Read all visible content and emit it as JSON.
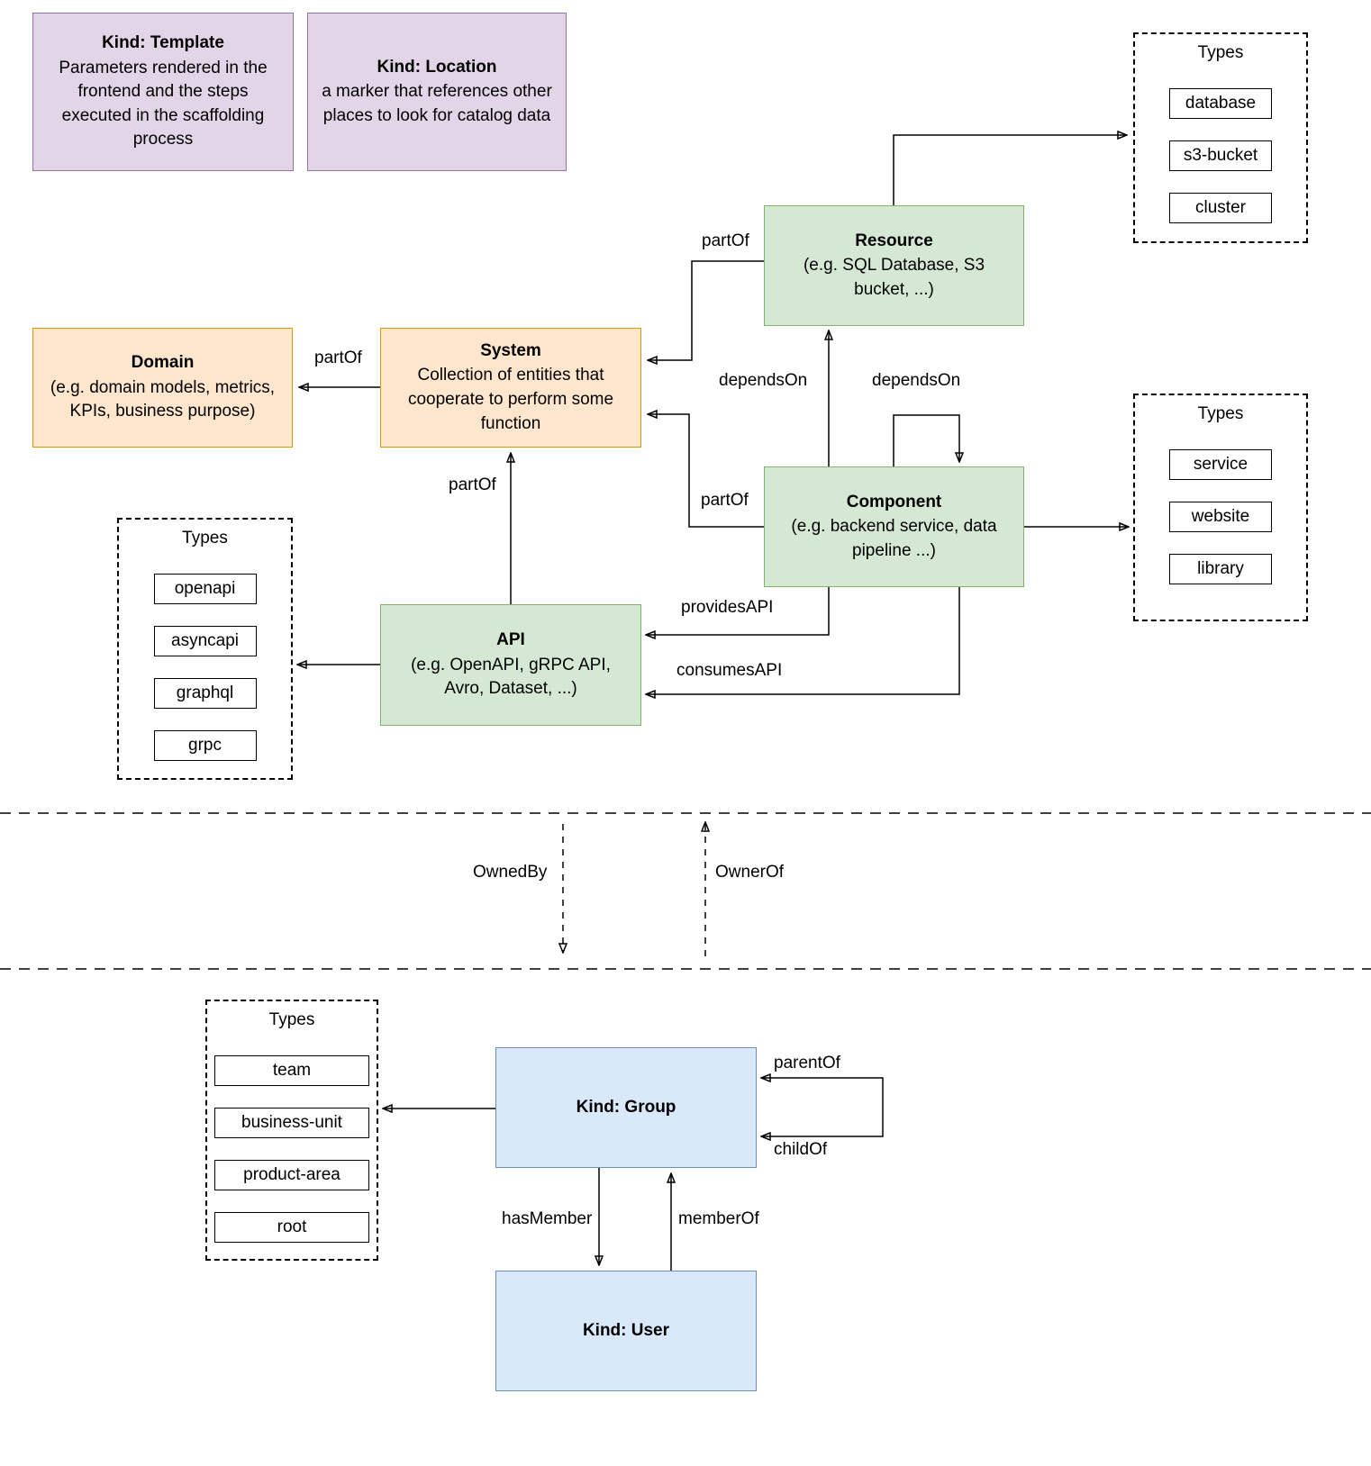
{
  "colors": {
    "purple_fill": "#E1D5E7",
    "purple_border": "#9673A6",
    "green_fill": "#D5E8D4",
    "green_border": "#82B366",
    "orange_fill": "#FFE6CC",
    "orange_border": "#D79B00",
    "blue_fill": "#DAE8FC",
    "blue_border": "#6C8EBF",
    "line": "#000000"
  },
  "nodes": {
    "template": {
      "title": "Kind: Template",
      "body": "Parameters rendered in the frontend and the steps executed in  the scaffolding process"
    },
    "location": {
      "title": "Kind: Location",
      "body": "a marker that references other places to look for catalog data"
    },
    "resource": {
      "title": "Resource",
      "body": "(e.g. SQL Database, S3 bucket, ...)"
    },
    "domain": {
      "title": "Domain",
      "body": "(e.g.  domain models, metrics, KPIs, business purpose)"
    },
    "system": {
      "title": "System",
      "body": "Collection of entities that cooperate to perform some function"
    },
    "component": {
      "title": "Component",
      "body": "(e.g. backend service, data pipeline ...)"
    },
    "api": {
      "title": "API",
      "body": "(e.g. OpenAPI, gRPC API, Avro, Dataset, ...)"
    },
    "group": {
      "title": "Kind: Group"
    },
    "user": {
      "title": "Kind: User"
    }
  },
  "type_lists": {
    "resource_types": {
      "title": "Types",
      "items": [
        "database",
        "s3-bucket",
        "cluster"
      ]
    },
    "component_types": {
      "title": "Types",
      "items": [
        "service",
        "website",
        "library"
      ]
    },
    "api_types": {
      "title": "Types",
      "items": [
        "openapi",
        "asyncapi",
        "graphql",
        "grpc"
      ]
    },
    "group_types": {
      "title": "Types",
      "items": [
        "team",
        "business-unit",
        "product-area",
        "root"
      ]
    }
  },
  "edges": {
    "resource_system_partof": "partOf",
    "system_domain_partof": "partOf",
    "component_system_partof": "partOf",
    "api_system_partof": "partOf",
    "component_resource_dependson": "dependsOn",
    "component_self_dependson": "dependsOn",
    "component_api_providesapi": "providesAPI",
    "component_api_consumesapi": "consumesAPI",
    "ownedby": "OwnedBy",
    "ownerof": "OwnerOf",
    "group_parentof": "parentOf",
    "group_childof": "childOf",
    "group_user_hasmember": "hasMember",
    "user_group_memberof": "memberOf"
  }
}
